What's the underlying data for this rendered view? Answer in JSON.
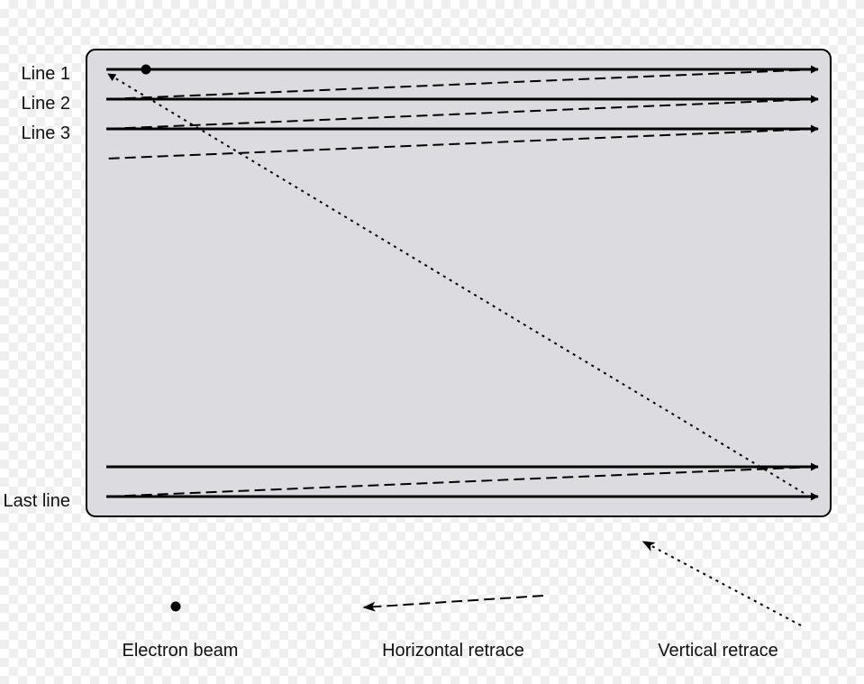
{
  "screen_labels": {
    "line1": "Line 1",
    "line2": "Line 2",
    "line3": "Line 3",
    "last_line": "Last line"
  },
  "legend": {
    "electron_beam": "Electron beam",
    "horizontal_retrace": "Horizontal retrace",
    "vertical_retrace": "Vertical retrace"
  },
  "colors": {
    "screen_fill": "#dcdce0",
    "stroke": "#000000"
  }
}
